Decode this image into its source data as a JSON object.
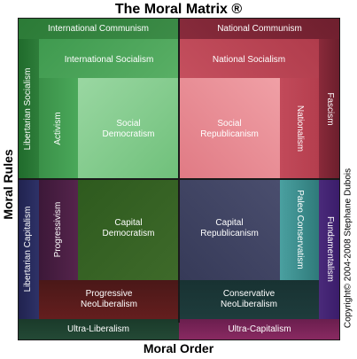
{
  "title": "The Moral Matrix ®",
  "axis_left": "Moral Rules",
  "axis_bottom": "Moral Order",
  "copyright": "Copyright© 2004-2008 Stephane Dubois",
  "regions": {
    "international_communism": "International Communism",
    "national_communism": "National Communism",
    "libertarian_socialism": "Libertarian Socialism",
    "fascism": "Fascism",
    "international_socialism": "International Socialism",
    "national_socialism": "National Socialism",
    "activism": "Activism",
    "nationalism": "Nationalism",
    "social_democratism": [
      "Social",
      "Democratism"
    ],
    "social_republicanism": [
      "Social",
      "Republicanism"
    ],
    "libertarian_capitalism": "Libertarian Capitalism",
    "progressivism": "Progressivism",
    "capital_democratism": [
      "Capital",
      "Democratism"
    ],
    "capital_republicanism": [
      "Capital",
      "Republicanism"
    ],
    "paleo_conservatism": "Paleo Conservatism",
    "fundamentalism": "Fundamentalism",
    "progressive_neoliberalism": [
      "Progressive",
      "NeoLiberalism"
    ],
    "conservative_neoliberalism": [
      "Conservative",
      "NeoLiberalism"
    ],
    "ultra_liberalism": "Ultra-Liberalism",
    "ultra_capitalism": "Ultra-Capitalism"
  },
  "colors": {
    "communism_outer_left": "#2e7d3a",
    "communism_outer_right": "#8a2a3a",
    "socialism_mid_left": "#4aa85a",
    "socialism_mid_right": "#c24a5a",
    "social_inner_left": "#8fd49a",
    "social_inner_right": "#e88a90",
    "capital_left": "#2f4f1f",
    "capital_right": "#3a3f5a",
    "paleo": "#3a8a8a",
    "fundamentalism": "#4a2a7a",
    "progressive_neo": "#5a1e1e",
    "conservative_neo": "#1e3a3a",
    "ultra_liberal": "#1e3a2e",
    "ultra_capital": "#7a2a5a",
    "progressivism": "#4a2040",
    "libertarian_capitalism": "#2a2a5a"
  }
}
